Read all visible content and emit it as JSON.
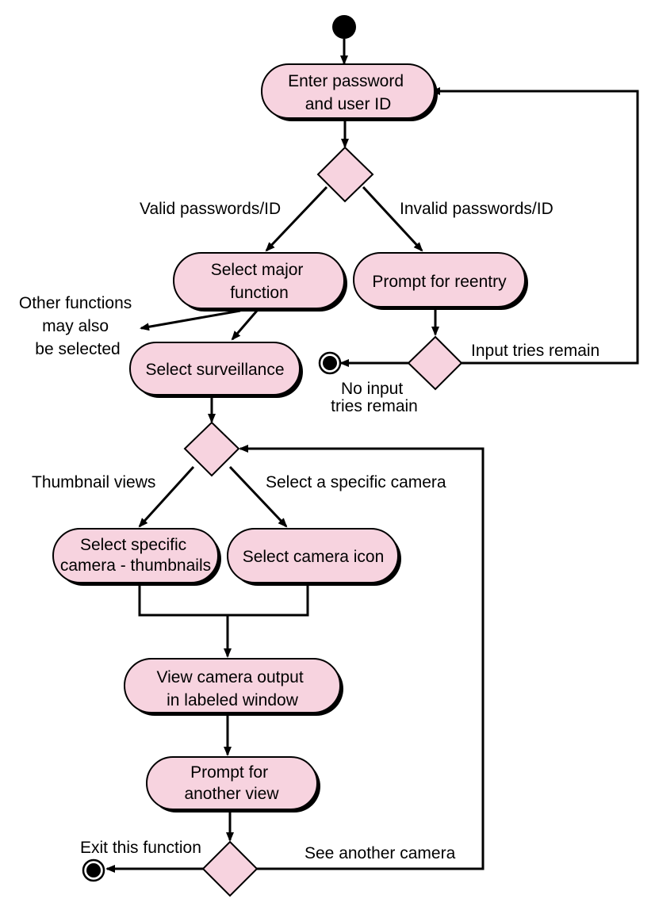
{
  "nodes": {
    "enter_password": [
      "Enter password",
      "and user ID"
    ],
    "select_major_function": [
      "Select major",
      "function"
    ],
    "prompt_reentry": [
      "Prompt for reentry"
    ],
    "select_surveillance": [
      "Select surveillance"
    ],
    "select_thumbnails": [
      "Select specific",
      "camera - thumbnails"
    ],
    "select_camera_icon": [
      "Select camera icon"
    ],
    "view_output": [
      "View camera output",
      "in labeled window"
    ],
    "prompt_another": [
      "Prompt for",
      "another view"
    ]
  },
  "labels": {
    "valid": "Valid passwords/ID",
    "invalid": "Invalid passwords/ID",
    "other_functions": [
      "Other functions",
      "may also",
      "be selected"
    ],
    "input_tries_remain": "Input tries remain",
    "no_input_tries": [
      "No input",
      "tries remain"
    ],
    "thumbnail_views": "Thumbnail views",
    "select_specific_camera": "Select a specific camera",
    "exit_function": "Exit this function",
    "see_another_camera": "See another camera"
  }
}
